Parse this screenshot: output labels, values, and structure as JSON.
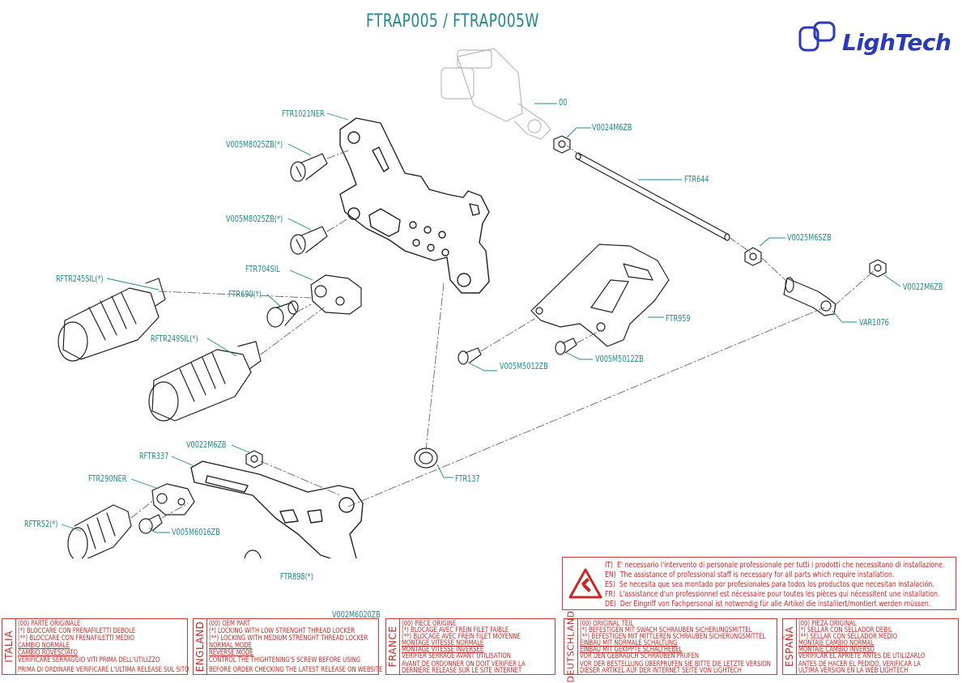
{
  "title": "FTRAP005 / FTRAP005W",
  "logo": {
    "brand": "LighTech",
    "color": "#2a3ab8"
  },
  "colors": {
    "label": "#1e8a88",
    "warning": "#c42828",
    "line": "#222222"
  },
  "parts": [
    {
      "code": "00"
    },
    {
      "code": "V0024M6ZB"
    },
    {
      "code": "FTR1021NER"
    },
    {
      "code": "V005M8025ZB(*)"
    },
    {
      "code": "FTR644"
    },
    {
      "code": "V005M8025ZB(*)"
    },
    {
      "code": "V0025M6SZB"
    },
    {
      "code": "RFTR245SIL(*)"
    },
    {
      "code": "FTR704SIL"
    },
    {
      "code": "V0022M6ZB"
    },
    {
      "code": "FTR690(*)"
    },
    {
      "code": "FTR959"
    },
    {
      "code": "VAR1076"
    },
    {
      "code": "RFTR249SIL(*)"
    },
    {
      "code": "V005M5012ZB"
    },
    {
      "code": "V005M5012ZB"
    },
    {
      "code": "V0022M6ZB"
    },
    {
      "code": "RFTR337"
    },
    {
      "code": "FTR137"
    },
    {
      "code": "FTR290NER"
    },
    {
      "code": "RFTR52(*)"
    },
    {
      "code": "V005M6016ZB"
    },
    {
      "code": "FTR898(*)"
    },
    {
      "code": "V002M6020ZB"
    }
  ],
  "warning": {
    "lines": [
      {
        "code": "IT)",
        "text": "E' necessario l'intervento di personale professionale per tutti i prodotti che necessitano di installazione."
      },
      {
        "code": "EN)",
        "text": "The assistance of professional staff is necessary for all parts which require installation."
      },
      {
        "code": "ES)",
        "text": "Se necesita que sea montado por profesionales para todos los productos que necesitan instalación."
      },
      {
        "code": "FR)",
        "text": "L'assistance d'un professionnel est nécessaire pour toutes les pièces qui nécessitent une installation."
      },
      {
        "code": "DE)",
        "text": "Der Eingriff von Fachpersonal ist notwendig  für alle Artikel die installiert/montiert werden müssen."
      }
    ]
  },
  "languages": [
    {
      "name": "ITALIA",
      "lines": [
        "(00) PARTE ORIGINALE",
        "(*)   BLOCCARE CON FRENAFILETTI DEBOLE",
        "(**)  BLOCCARE CON FRENAFILETTI MEDIO",
        "CAMBIO NORMALE",
        "CAMBIO ROVESCIATO",
        "VERIFICARE SERRAGGIO VITI PRIMA DELL'UTILIZZO",
        "PRIMA DI ORDINARE VERIFICARE L'ULTIMA RELEASE SUL SITO"
      ]
    },
    {
      "name": "ENGLAND",
      "lines": [
        "(00) OEM PART",
        "(*)   LOCKING WITH LOW STRENGHT THREAD LOCKER",
        "(**)  LOCKING WITH MEDIUM STRENGHT THREAD LOCKER",
        "NORMAL MODE",
        "REVERSE MODE",
        "CONTROL THE THIGHTENING'S SCREW BEFORE USING",
        "BEFORE ORDER CHECKING THE LATEST RELEASE ON WEBSITE"
      ]
    },
    {
      "name": "FRANCE",
      "lines": [
        "(00) PIECE ORIGINE",
        "(*)   BLOCAGE AVEC FREIN FILET FAIBLE",
        "(**)  BLOCAGE AVEC FREIN FILET MOYENNE",
        "MONTAGE VITESSE NORMALE",
        "MONTAGE VITESSE INVERSEE",
        "VERIFIER SERRAGE AVANT UTILISATION",
        "AVANT DE ORDONNER ON DOIT VÉRIFIER LA",
        "DERNIÈRE RELEASE SUR LE SITE INTERNET"
      ]
    },
    {
      "name": "DEUTSCHLAND",
      "lines": [
        "(00) ORIGINAL TEIL",
        "(*)   BEFESTIGEN MIT SWACH SCHRAUBEN SICHERUNGSMITTEL",
        "(**)  BEFESTIGEN MIT MITTLEREN SCHRAUBEN SICHERUNGSMITTEL",
        "EINBAU MIT NORMALE SCHALTUNG",
        "EINBAU MIT GEKIPPTE SCHALTHEBEL",
        "VOR DEN GEBRAUCH SCHRAUBEN PRUFEN",
        "VOR DER BESTELLUNG ÜBERPRÜFEN SIE BITTE DIE LETZTE VERSION",
        "DIESER ARTIKEL AUF DER INTERNET SEITE VON LIGHTECH"
      ]
    },
    {
      "name": "ESPAÑA",
      "lines": [
        "(00) PIEZA ORIGINAL",
        "(*)   SELLAR CON SELLADOR DEBIL",
        "(**)  SELLAR CON SELLADOR MEDIO",
        "MONTAJE  CAMBIO NORMAL",
        "MONTAJE  CAMBIO INVERSO",
        "VERIFICAR EL APRIETE ANTES DE UTILIZARLO",
        "ANTES DE HACER EL PEDIDO, VERIFICAR LA",
        "ULTIMA VERSION EN LA WEB LIGHTECH"
      ]
    }
  ]
}
